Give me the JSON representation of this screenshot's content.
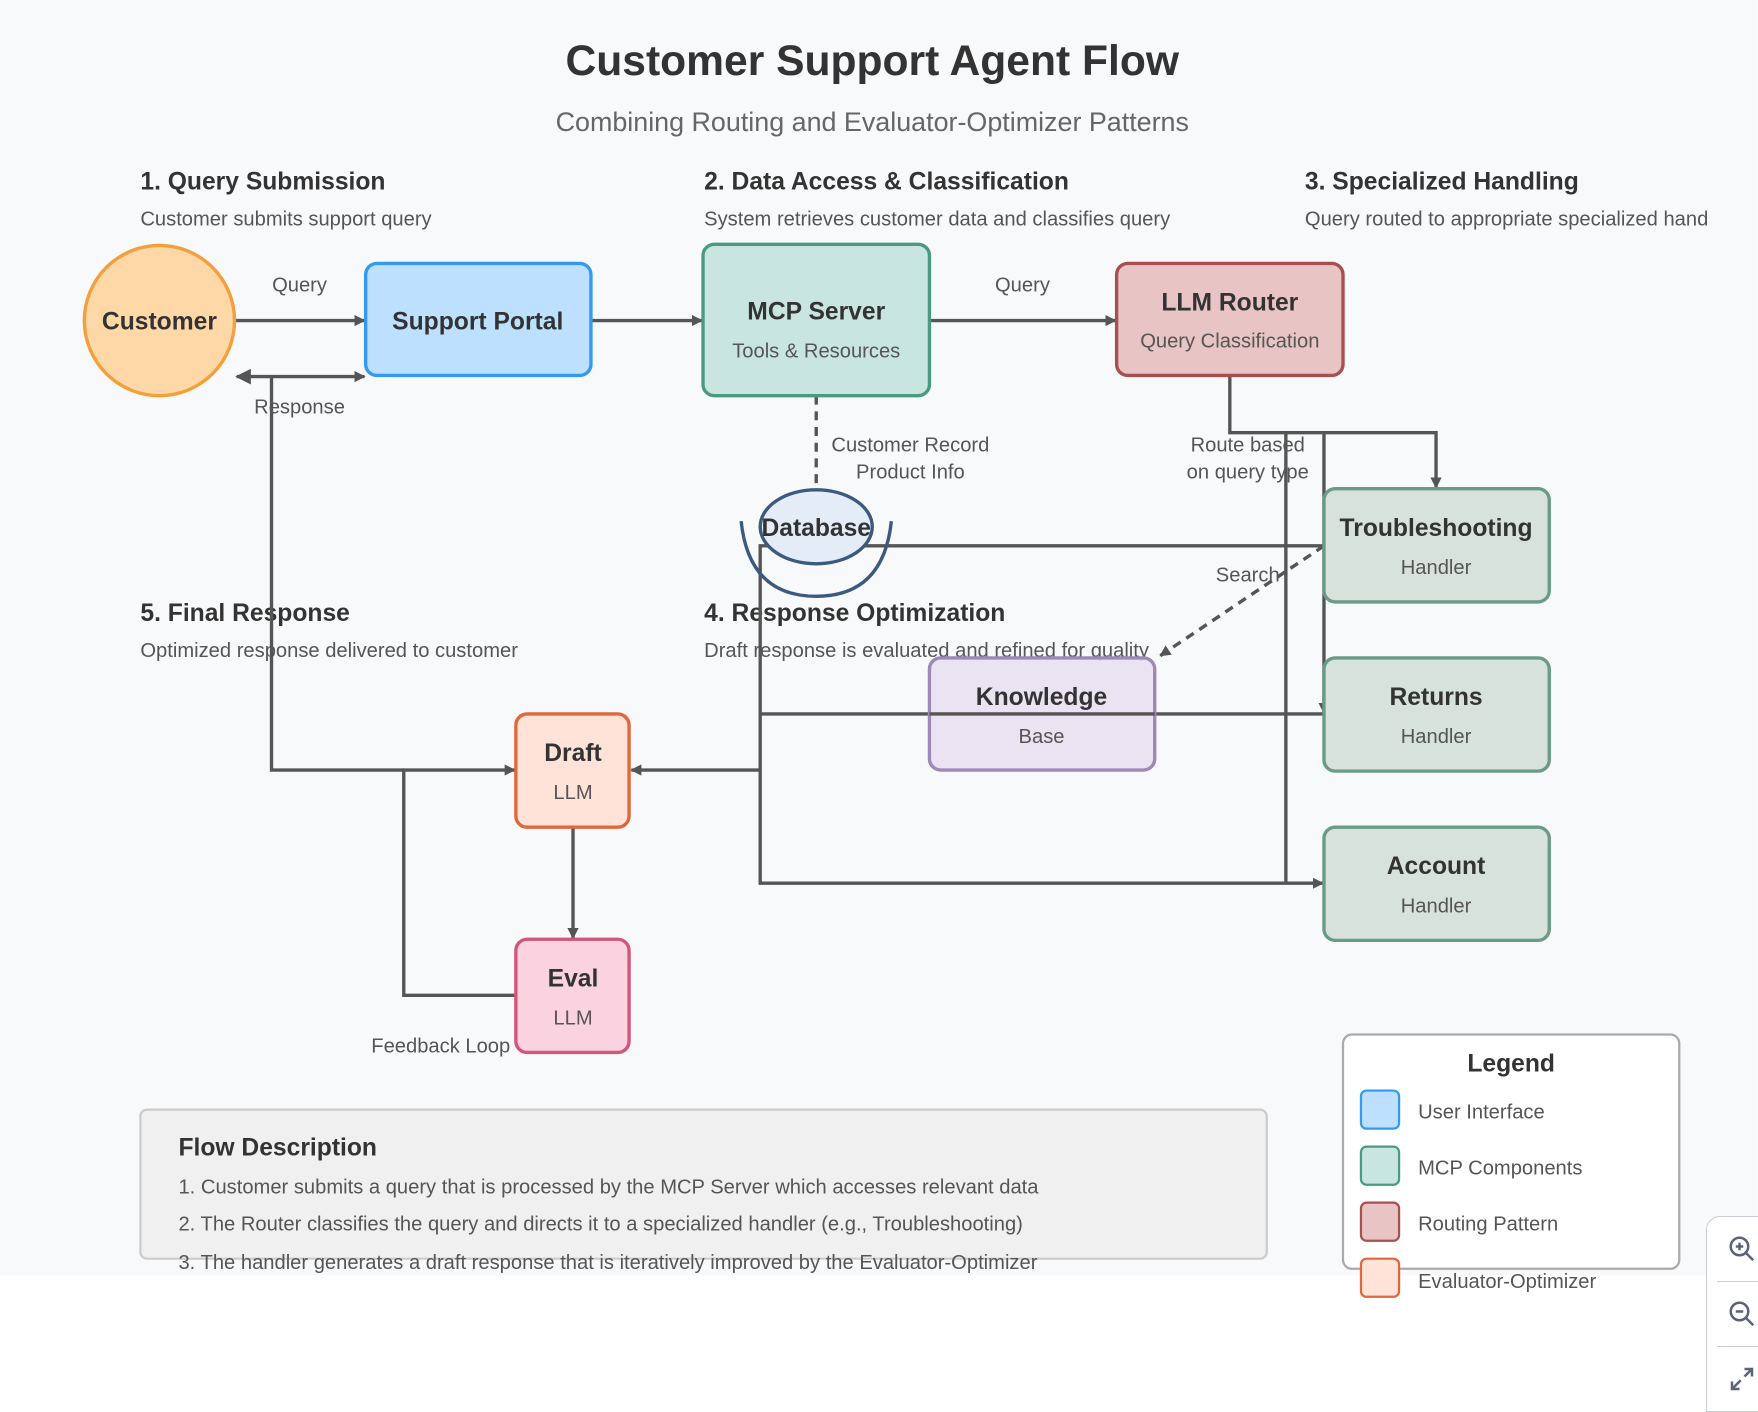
{
  "title": "Customer Support Agent Flow",
  "subtitle": "Combining Routing and Evaluator-Optimizer Patterns",
  "sections": [
    {
      "heading": "1. Query Submission",
      "desc": "Customer submits support query"
    },
    {
      "heading": "2. Data Access & Classification",
      "desc": "System retrieves customer data and classifies query"
    },
    {
      "heading": "3. Specialized Handling",
      "desc": "Query routed to appropriate specialized hand"
    },
    {
      "heading": "4. Response Optimization",
      "desc": "Draft response is evaluated and refined for quality"
    },
    {
      "heading": "5. Final Response",
      "desc": "Optimized response delivered to customer"
    }
  ],
  "nodes": {
    "customer": {
      "label": "Customer"
    },
    "portal": {
      "label": "Support Portal"
    },
    "mcp": {
      "label": "MCP Server",
      "sub": "Tools & Resources"
    },
    "router": {
      "label": "LLM Router",
      "sub": "Query Classification"
    },
    "database": {
      "label": "Database"
    },
    "troubleshooting": {
      "label": "Troubleshooting",
      "sub": "Handler"
    },
    "returns": {
      "label": "Returns",
      "sub": "Handler"
    },
    "account": {
      "label": "Account",
      "sub": "Handler"
    },
    "knowledge": {
      "label": "Knowledge",
      "sub": "Base"
    },
    "draft": {
      "label": "Draft",
      "sub": "LLM"
    },
    "eval": {
      "label": "Eval",
      "sub": "LLM"
    }
  },
  "edge_labels": {
    "query1": "Query",
    "response": "Response",
    "query2": "Query",
    "record1": "Customer Record",
    "record2": "Product Info",
    "route1": "Route based",
    "route2": "on query type",
    "search": "Search",
    "feedback": "Feedback Loop"
  },
  "flow": {
    "title": "Flow Description",
    "lines": [
      "1. Customer submits a query that is processed by the MCP Server which accesses relevant data",
      "2. The Router classifies the query and directs it to a specialized handler (e.g., Troubleshooting)",
      "3. The handler generates a draft response that is iteratively improved by the Evaluator-Optimizer"
    ]
  },
  "legend": {
    "title": "Legend",
    "items": [
      {
        "label": "User Interface",
        "fill": "#bde0fe",
        "stroke": "#339af0"
      },
      {
        "label": "MCP Components",
        "fill": "#c8e6df",
        "stroke": "#4a9a80"
      },
      {
        "label": "Routing Pattern",
        "fill": "#e8c4c4",
        "stroke": "#a94f4f"
      },
      {
        "label": "Evaluator-Optimizer",
        "fill": "#ffe3d8",
        "stroke": "#e0673a"
      }
    ]
  },
  "controls": {
    "zoom_in": "zoom-in-icon",
    "zoom_out": "zoom-out-icon",
    "fit": "expand-icon"
  }
}
